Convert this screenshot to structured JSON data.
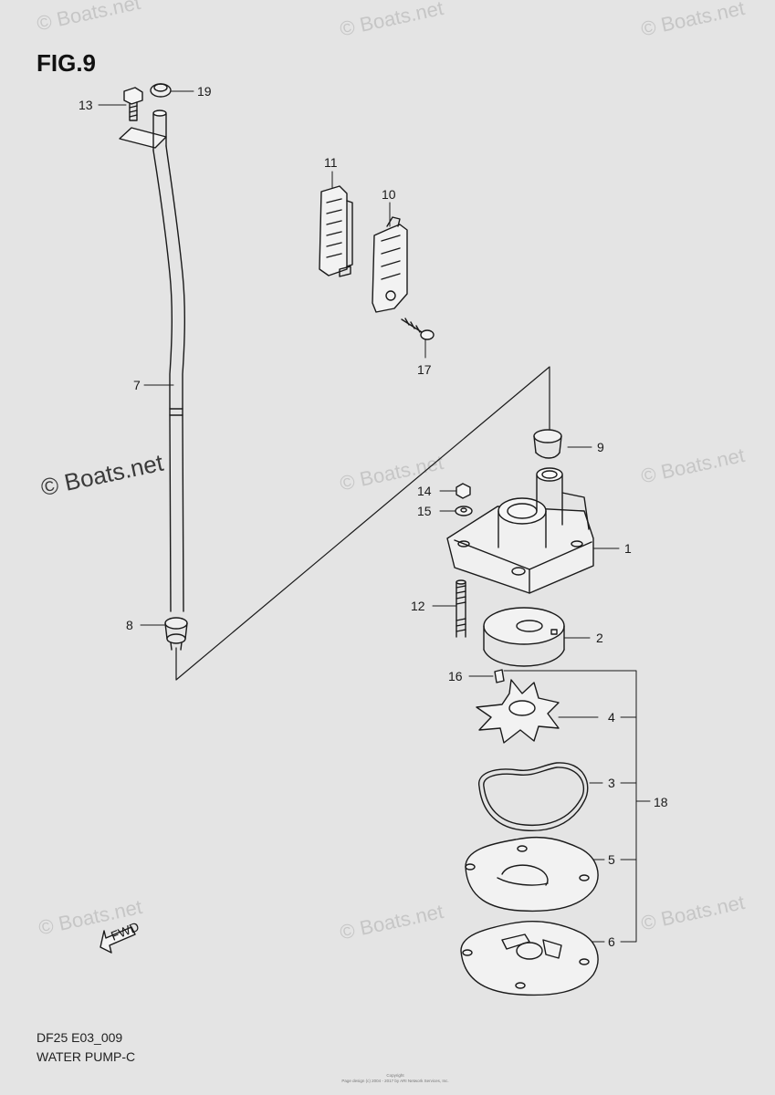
{
  "figure": {
    "title": "FIG.9",
    "code": "DF25 E03_009",
    "name": "WATER PUMP-C"
  },
  "watermark": {
    "text": "© Boats.net"
  },
  "callouts": [
    {
      "number": "1"
    },
    {
      "number": "2"
    },
    {
      "number": "3"
    },
    {
      "number": "4"
    },
    {
      "number": "5"
    },
    {
      "number": "6"
    },
    {
      "number": "7"
    },
    {
      "number": "8"
    },
    {
      "number": "9"
    },
    {
      "number": "10"
    },
    {
      "number": "11"
    },
    {
      "number": "12"
    },
    {
      "number": "13"
    },
    {
      "number": "14"
    },
    {
      "number": "15"
    },
    {
      "number": "16"
    },
    {
      "number": "17"
    },
    {
      "number": "18"
    },
    {
      "number": "19"
    }
  ],
  "fwd_marker": "FWD",
  "copyright": {
    "line1": "Copyright",
    "line2": "Page design (c) 2004 - 2017 by ARI Network Services, Inc."
  }
}
